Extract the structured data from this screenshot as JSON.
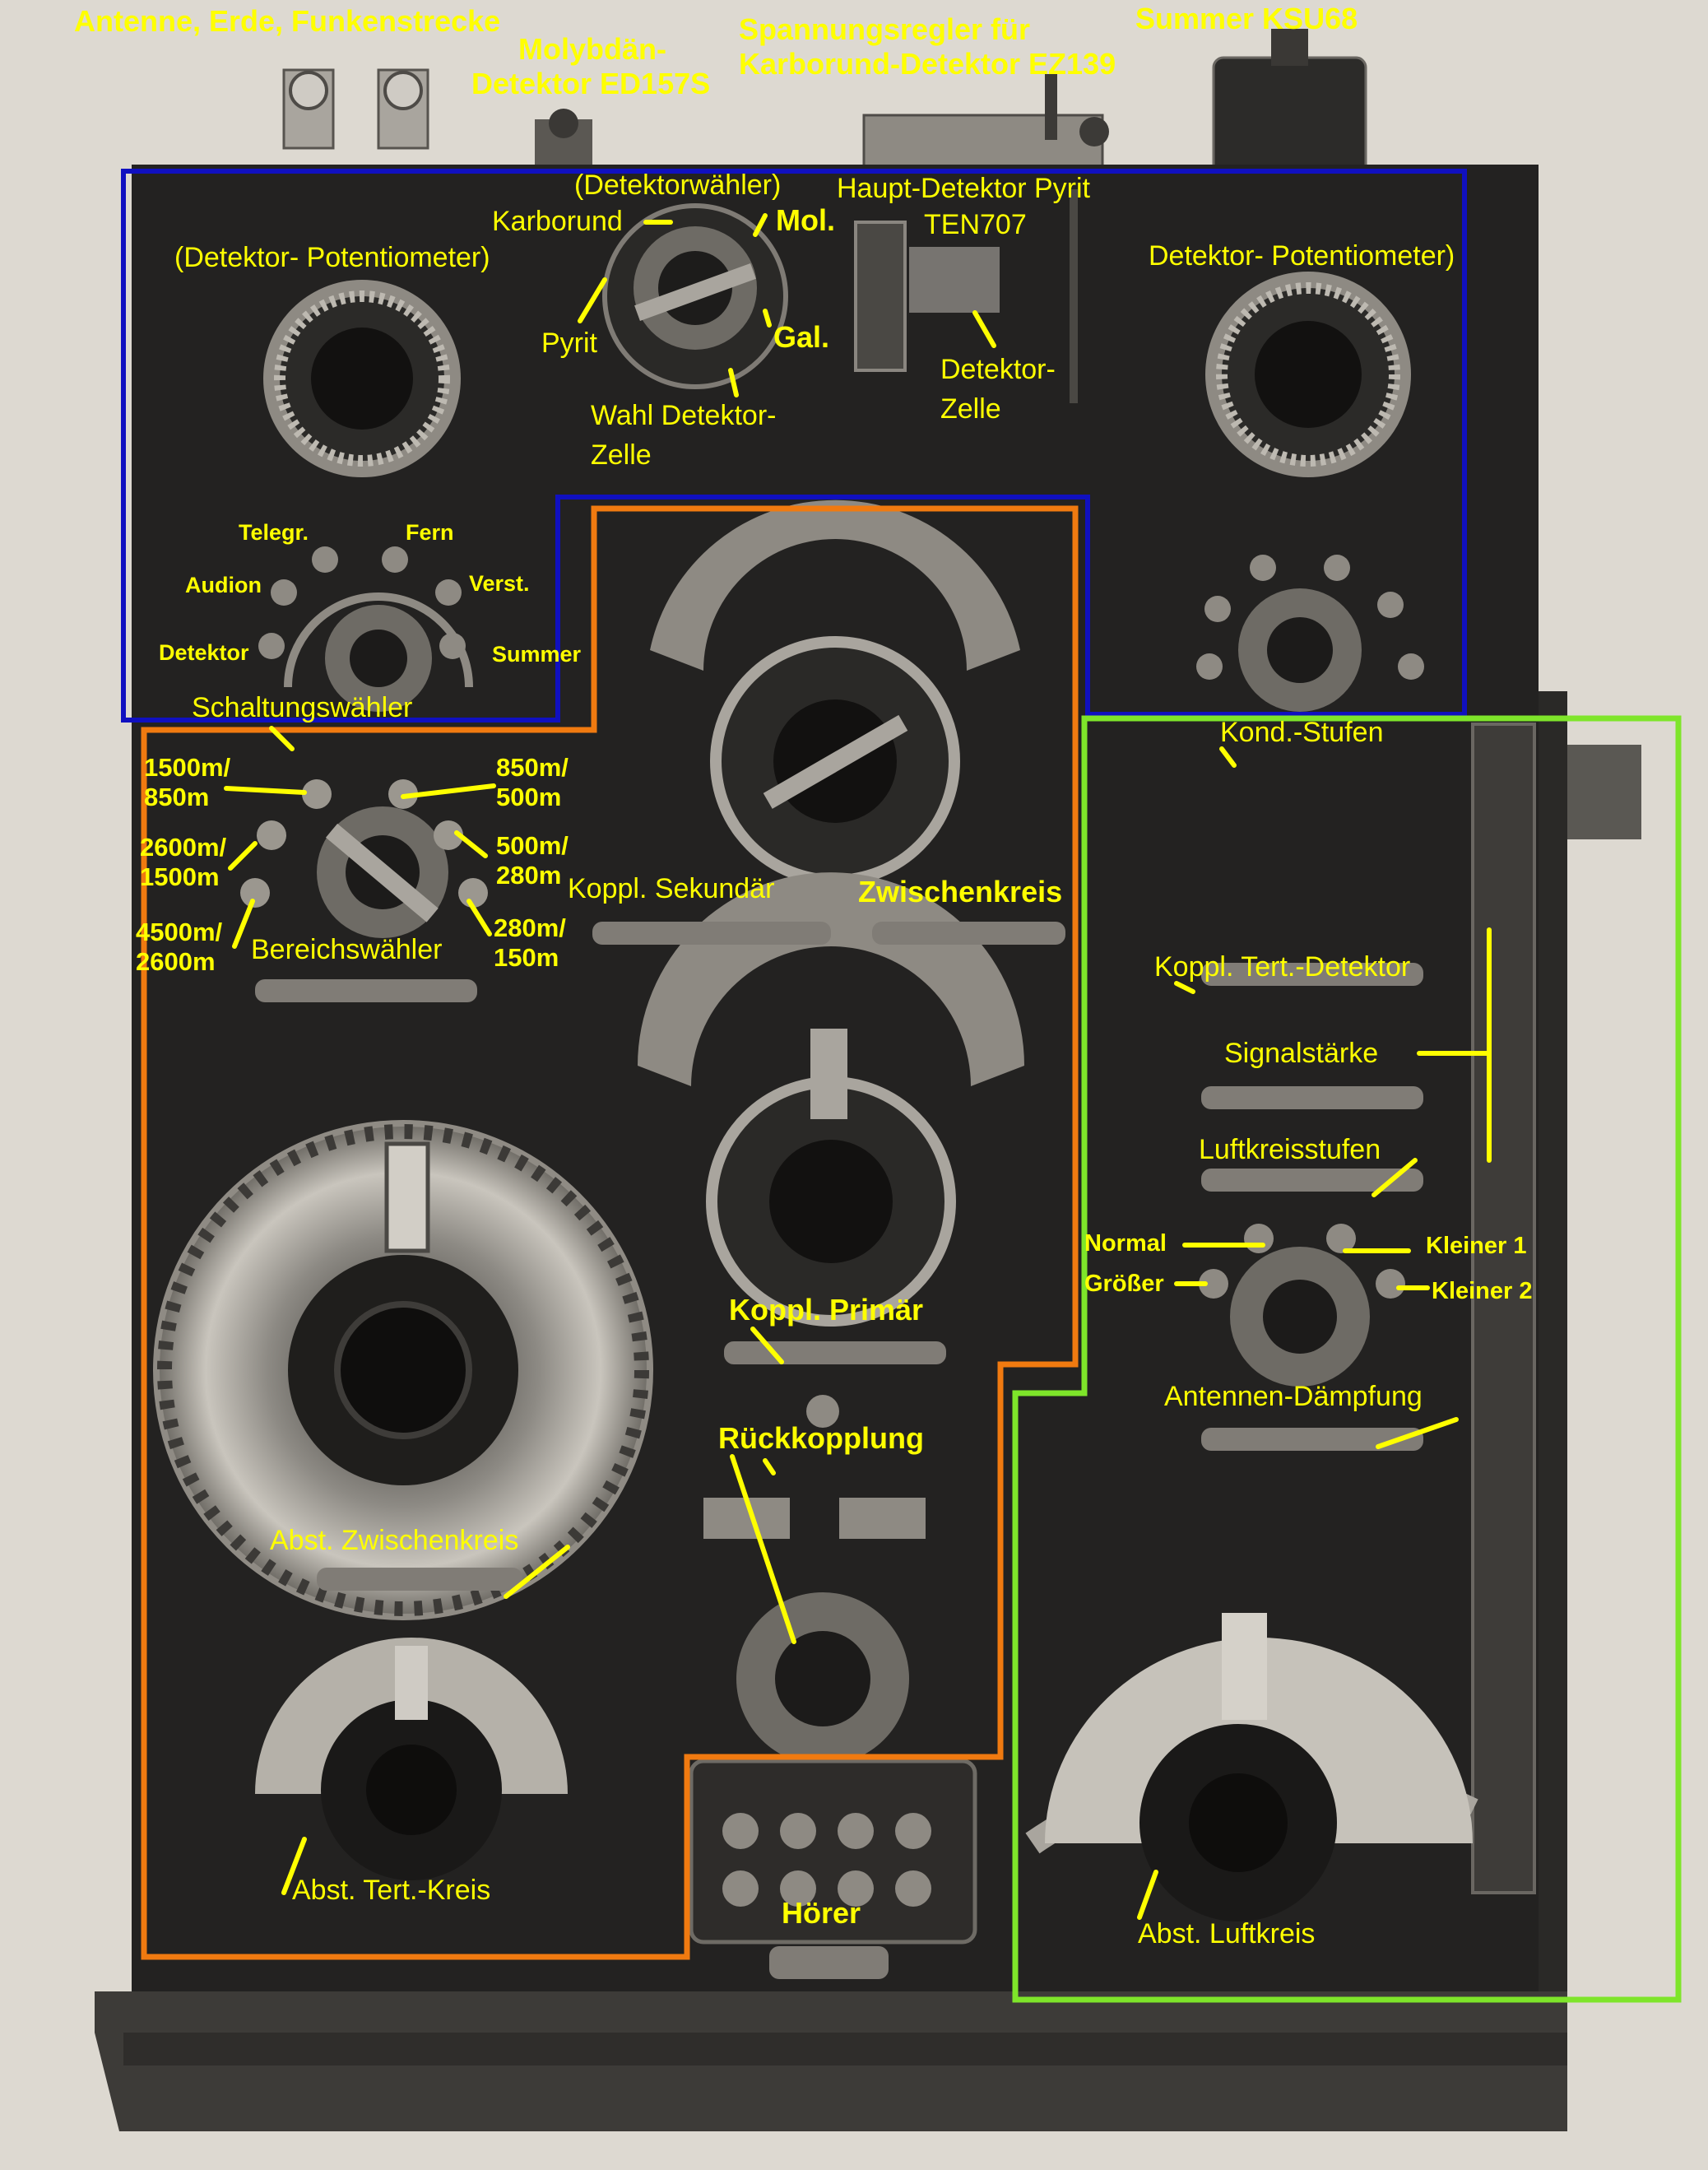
{
  "colors": {
    "background": "#ddd9d1",
    "panel": "#232221",
    "label": "#ffff00",
    "detector_section": "#1010c0",
    "main_section": "#f07a10",
    "right_section": "#7ee52a"
  },
  "labels": {
    "top_antenna": "Antenne, Erde, Funkenstrecke",
    "top_molybdaen_1": "Molybdän-",
    "top_molybdaen_2": "Detektor ED157S",
    "top_regler_1": "Spannungsregler für",
    "top_regler_2": "Karborund-Detektor EZ139",
    "top_summer": "Summer KSU68",
    "detektorwaehler": "(Detektorwähler)",
    "karborund": "Karborund",
    "mol": "Mol.",
    "gal": "Gal.",
    "pyrit": "Pyrit",
    "wahl_zelle_1": "Wahl Detektor-",
    "wahl_zelle_2": "Zelle",
    "haupt_detektor_1": "Haupt-Detektor Pyrit",
    "haupt_detektor_2": "TEN707",
    "detektor_zelle_1": "Detektor-",
    "detektor_zelle_2": "Zelle",
    "detektor_poti_left": "(Detektor- Potentiometer)",
    "detektor_poti_right": "Detektor- Potentiometer)",
    "telegr": "Telegr.",
    "fern": "Fern",
    "audion": "Audion",
    "verst": "Verst.",
    "detektor": "Detektor",
    "summer": "Summer",
    "schaltungswaehler": "Schaltungswähler",
    "range_1a": "1500m/",
    "range_1b": "850m",
    "range_2a": "850m/",
    "range_2b": "500m",
    "range_3a": "2600m/",
    "range_3b": "1500m",
    "range_4a": "500m/",
    "range_4b": "280m",
    "range_5a": "4500m/",
    "range_5b": "2600m",
    "range_6a": "280m/",
    "range_6b": "150m",
    "bereichswaehler": "Bereichswähler",
    "koppl_sekundaer": "Koppl. Sekundär",
    "zwischenkreis": "Zwischenkreis",
    "koppl_primaer": "Koppl. Primär",
    "rueckkopplung": "Rückkopplung",
    "abst_zwischenkreis": "Abst. Zwischenkreis",
    "abst_tert_kreis": "Abst. Tert.-Kreis",
    "hoerer": "Hörer",
    "kond_stufen": "Kond.-Stufen",
    "koppl_tert_detektor": "Koppl. Tert.-Detektor",
    "signalstaerke": "Signalstärke",
    "luftkreisstufen": "Luftkreisstufen",
    "normal": "Normal",
    "kleiner_1": "Kleiner 1",
    "groesser": "Größer",
    "kleiner_2": "Kleiner 2",
    "antennen_daempfung": "Antennen-Dämpfung",
    "abst_luftkreis": "Abst. Luftkreis"
  }
}
